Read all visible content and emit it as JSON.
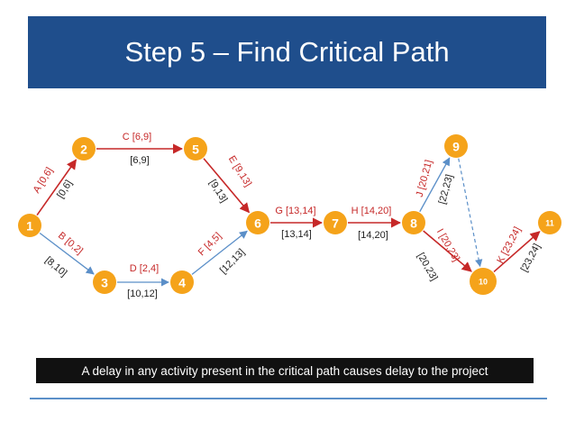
{
  "title": "Step 5 – Find Critical Path",
  "note": "A delay in any activity present in the critical path causes delay to the project",
  "colors": {
    "title_bar": "#1f4e8c",
    "node": "#f5a31a",
    "critical_edge": "#c62828",
    "normal_edge": "#5b8fc8",
    "note_bar": "#111111"
  },
  "nodes": [
    "1",
    "2",
    "3",
    "4",
    "5",
    "6",
    "7",
    "8",
    "9",
    "10",
    "11"
  ],
  "edges": [
    {
      "from": "1",
      "to": "2",
      "label": "A [0,6]",
      "late": "[0,6]",
      "critical": true
    },
    {
      "from": "1",
      "to": "3",
      "label": "B [0,2]",
      "late": "[8,10]",
      "critical": false
    },
    {
      "from": "2",
      "to": "5",
      "label": "C [6,9]",
      "late": "[6,9]",
      "critical": true
    },
    {
      "from": "3",
      "to": "4",
      "label": "D [2,4]",
      "late": "[10,12]",
      "critical": false
    },
    {
      "from": "5",
      "to": "6",
      "label": "E [9,13]",
      "late": "[9,13]",
      "critical": true
    },
    {
      "from": "4",
      "to": "6",
      "label": "F [4,5]",
      "late": "[12,13]",
      "critical": false
    },
    {
      "from": "6",
      "to": "7",
      "label": "G [13,14]",
      "late": "[13,14]",
      "critical": true
    },
    {
      "from": "7",
      "to": "8",
      "label": "H [14,20]",
      "late": "[14,20]",
      "critical": true
    },
    {
      "from": "8",
      "to": "9",
      "label": "J [20,21]",
      "late": "[22,23]",
      "critical": false
    },
    {
      "from": "8",
      "to": "10",
      "label": "I [20,23]",
      "late": "[20,23]",
      "critical": true
    },
    {
      "from": "9",
      "to": "10",
      "label": "",
      "late": "",
      "critical": false,
      "dashed": true
    },
    {
      "from": "10",
      "to": "11",
      "label": "K [23,24]",
      "late": "[23,24]",
      "critical": true
    }
  ]
}
